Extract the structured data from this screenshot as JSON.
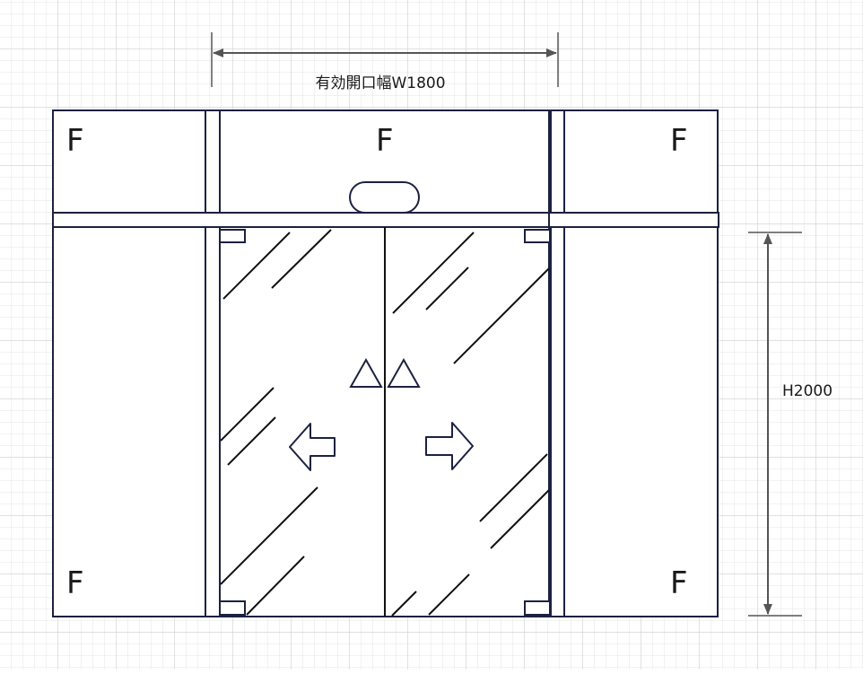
{
  "dimensions": {
    "width_label": "有効開口幅W1800",
    "height_label": "H2000"
  },
  "panels": {
    "top_left": "F",
    "top_center": "F",
    "top_right": "F",
    "bottom_left": "F",
    "bottom_right": "F"
  },
  "colors": {
    "frame": "#1c2140",
    "grid": "#dcdcdc",
    "dimension_line": "#555555"
  },
  "icons": {
    "arrow_left": "arrow-left-outline-icon",
    "arrow_right": "arrow-right-outline-icon",
    "warning": "triangle-outline-icon"
  }
}
